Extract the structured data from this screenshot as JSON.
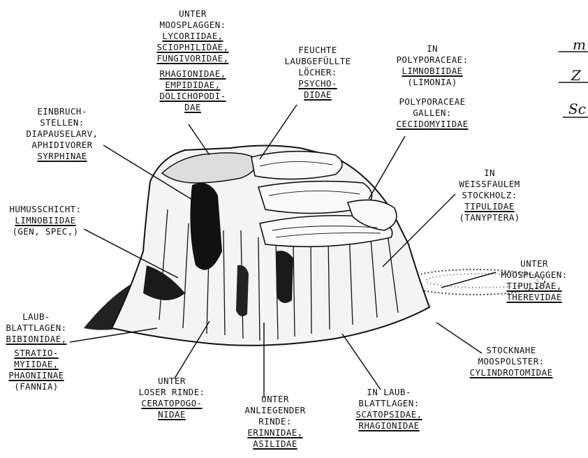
{
  "labels": {
    "unter_moosplaggen_top": [
      "UNTER",
      "MOOSPLAGGEN:",
      "LYCORIIDAE,",
      "SCIOPHILIDAE,",
      "FUNGIVORIDAE,",
      "RHAGIONIDAE,",
      "EMPIDIDAE,",
      "DOLICHOPODI-",
      "DAE"
    ],
    "feuchte": [
      "FEUCHTE",
      "LAUBGEFÜLLTE",
      "LÖCHER:",
      "PSYCHO-",
      "DIDAE"
    ],
    "polyporaceae": [
      "IN",
      "POLYPORACEAE:",
      "LIMNOBIIDAE",
      "(LIMONIA)"
    ],
    "gallen": [
      "POLYPORACEAE",
      "GALLEN:",
      "CECIDOMYIIDAE"
    ],
    "einbruch": [
      "EINBRUCH-",
      "STELLEN:",
      "DIAPAUSELARV,",
      "APHIDIVORER",
      "SYRPHINAE"
    ],
    "weissfaulem": [
      "IN",
      "WEISSFAULEM",
      "STOCKHOLZ:",
      "TIPULIDAE",
      "(TANYPTERA)"
    ],
    "humus": [
      "HUMUSSCHICHT:",
      "LIMNOBIIDAE",
      "(GEN, SPEC,)"
    ],
    "unter_moosplaggen_right": [
      "UNTER",
      "MOOSPLAGGEN:",
      "TIPULIDAE,",
      "THEREVIDAE"
    ],
    "laub_left": [
      "LAUB-",
      "BLATTLAGEN:",
      "BIBIONIDAE,",
      "STRATIO-",
      "MYIIDAE,",
      "PHAONIINAE",
      "(FANNIA)"
    ],
    "stocknahe": [
      "STOCKNAHE",
      "MOOSPOLSTER:",
      "CYLINDROTOMIDAE"
    ],
    "loser_rinde": [
      "UNTER",
      "LOSER RINDE:",
      "CERATOPOGO-",
      "NIDAE"
    ],
    "anliegender": [
      "UNTER",
      "ANLIEGENDER",
      "RINDE:",
      "ERINNIDAE,",
      "ASILIDAE"
    ],
    "laub_bottom": [
      "IN LAUB-",
      "BLATTLAGEN:",
      "SCATOPSIDAE,",
      "RHAGIONIDAE"
    ]
  },
  "corner_marks": [
    "m",
    "Z",
    "Sc"
  ],
  "colors": {
    "ink": "#111111",
    "paper": "#ffffff",
    "shade": "#1a1a1a"
  }
}
